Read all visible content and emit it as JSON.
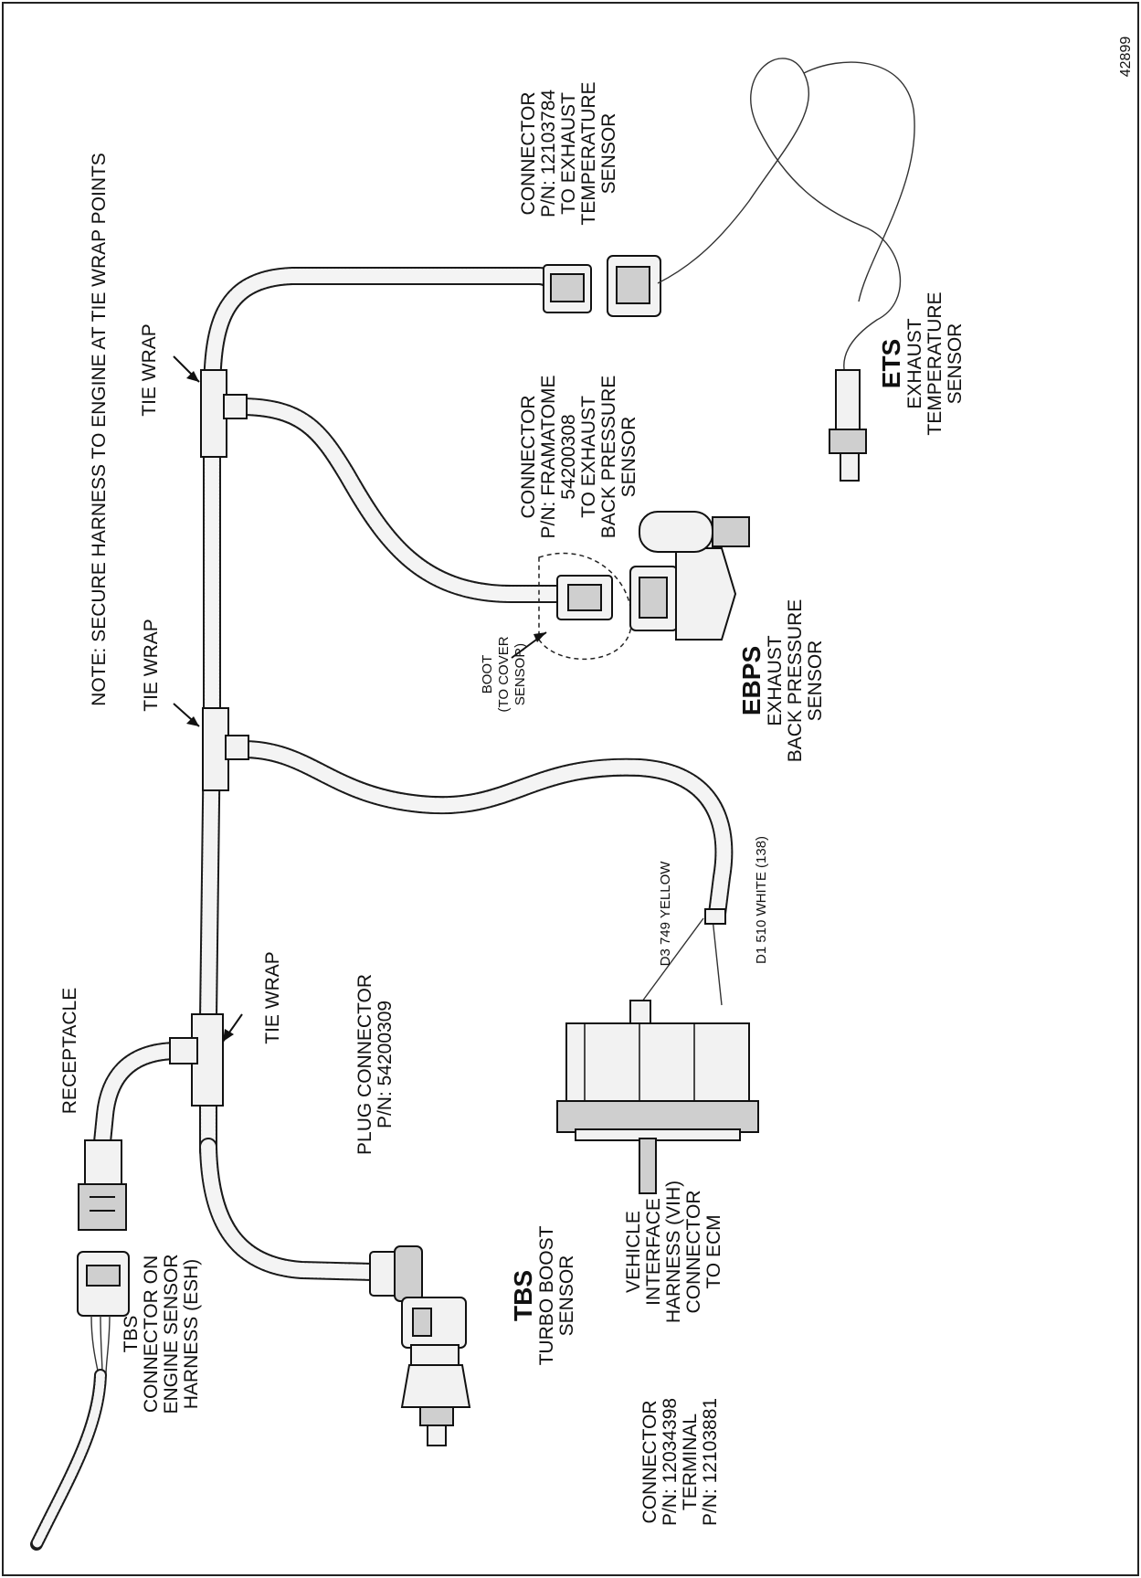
{
  "figure_number": "42899",
  "note": "NOTE: SECURE HARNESS TO ENGINE AT TIE WRAP POINTS",
  "labels": {
    "tie_wrap": "TIE WRAP",
    "receptacle": "RECEPTACLE",
    "tbs_connector": [
      "TBS",
      "CONNECTOR ON",
      "ENGINE SENSOR",
      "HARNESS (ESH)"
    ],
    "plug_connector": [
      "PLUG CONNECTOR",
      "P/N: 54200309"
    ],
    "tbs_abbr": "TBS",
    "tbs_name": [
      "TURBO BOOST",
      "SENSOR"
    ],
    "connector_terminal": [
      "CONNECTOR",
      "P/N: 12034398",
      "TERMINAL",
      "P/N: 12103881"
    ],
    "vih": [
      "VEHICLE",
      "INTERFACE",
      "HARNESS (VIH)",
      "CONNECTOR",
      "TO ECM"
    ],
    "wire_d3": "D3  749 YELLOW",
    "wire_d1": "D1  510 WHITE (138)",
    "boot": [
      "BOOT",
      "(TO COVER",
      "SENSOR)"
    ],
    "ebps_connector": [
      "CONNECTOR",
      "P/N: FRAMATOME",
      "54200308",
      "TO EXHAUST",
      "BACK PRESSURE",
      "SENSOR"
    ],
    "ebps_abbr": "EBPS",
    "ebps_name": [
      "EXHAUST",
      "BACK PRESSURE",
      "SENSOR"
    ],
    "ets_connector": [
      "CONNECTOR",
      "P/N: 12103784",
      "TO EXHAUST",
      "TEMPERATURE",
      "SENSOR"
    ],
    "ets_abbr": "ETS",
    "ets_name": [
      "EXHAUST",
      "TEMPERATURE",
      "SENSOR"
    ]
  }
}
